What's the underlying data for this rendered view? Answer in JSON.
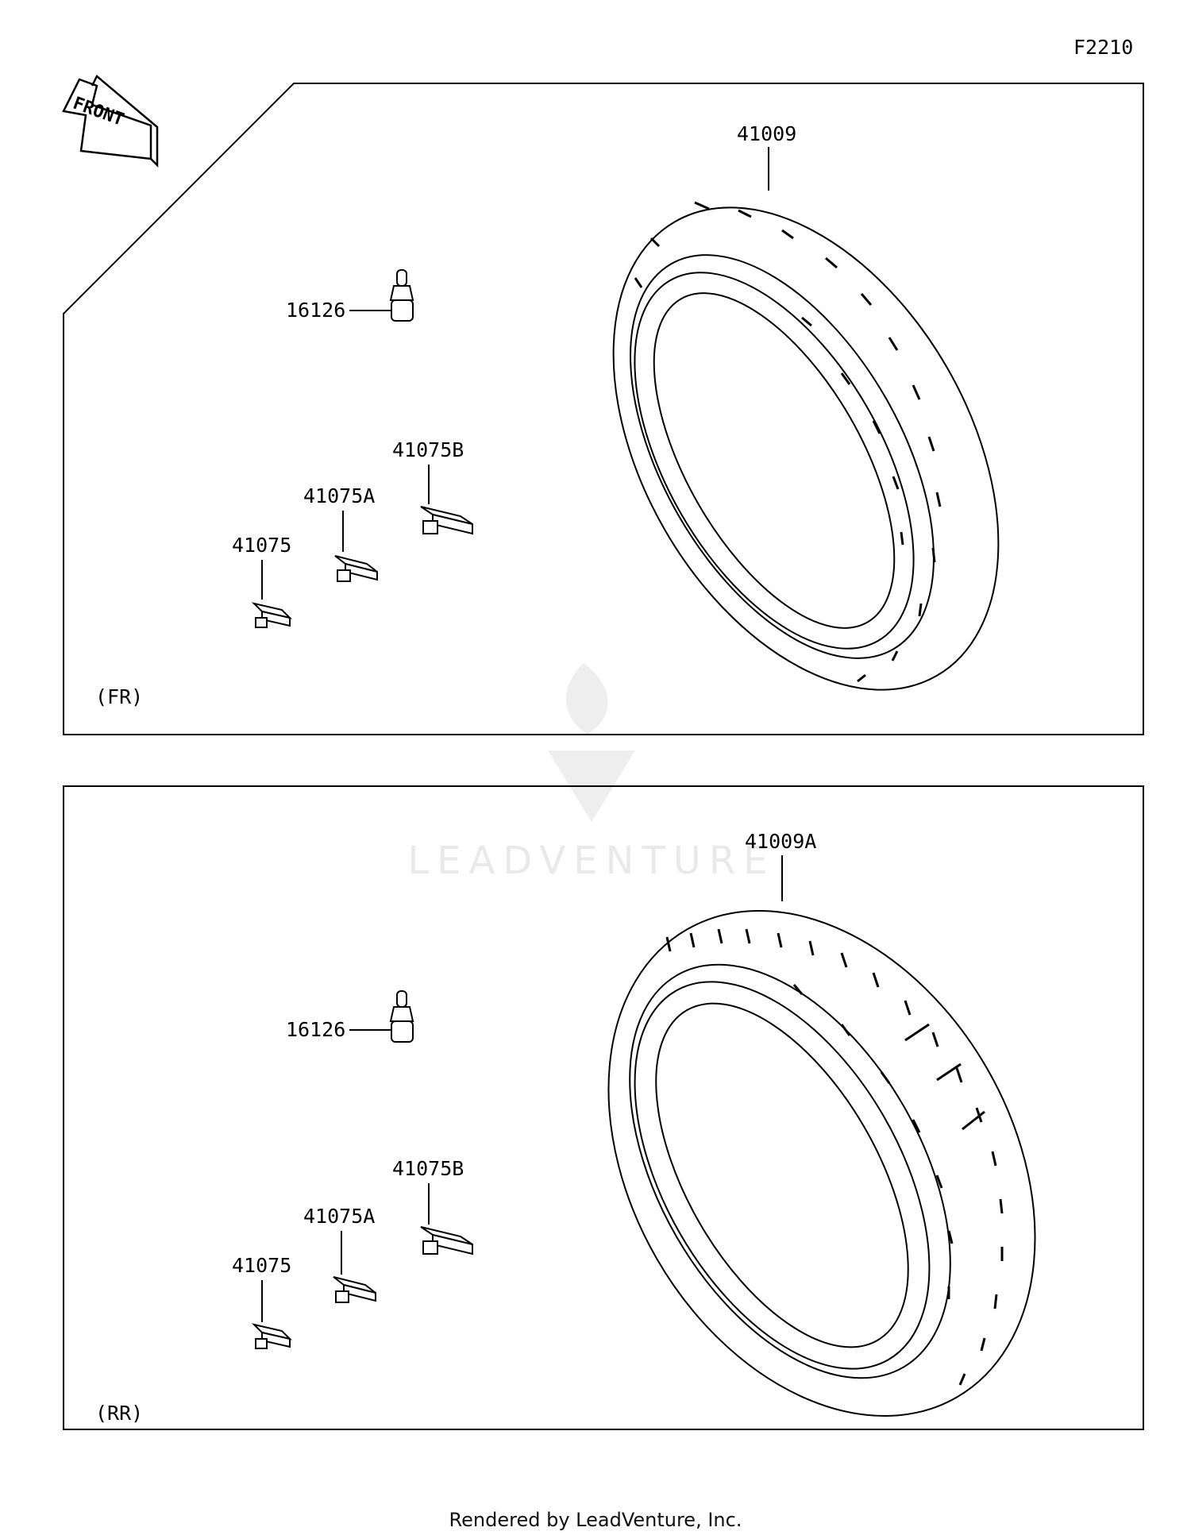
{
  "figure_code": "F2210",
  "front_arrow_text": "FRONT",
  "watermark_text": "LEADVENTURE",
  "footer_text": "Rendered by LeadVenture, Inc.",
  "front_panel": {
    "section_label": "(FR)",
    "tire_part": "41009",
    "valve_part": "16126",
    "weight_parts": [
      "41075",
      "41075A",
      "41075B"
    ]
  },
  "rear_panel": {
    "section_label": "(RR)",
    "tire_part": "41009A",
    "valve_part": "16126",
    "weight_parts": [
      "41075",
      "41075A",
      "41075B"
    ]
  }
}
